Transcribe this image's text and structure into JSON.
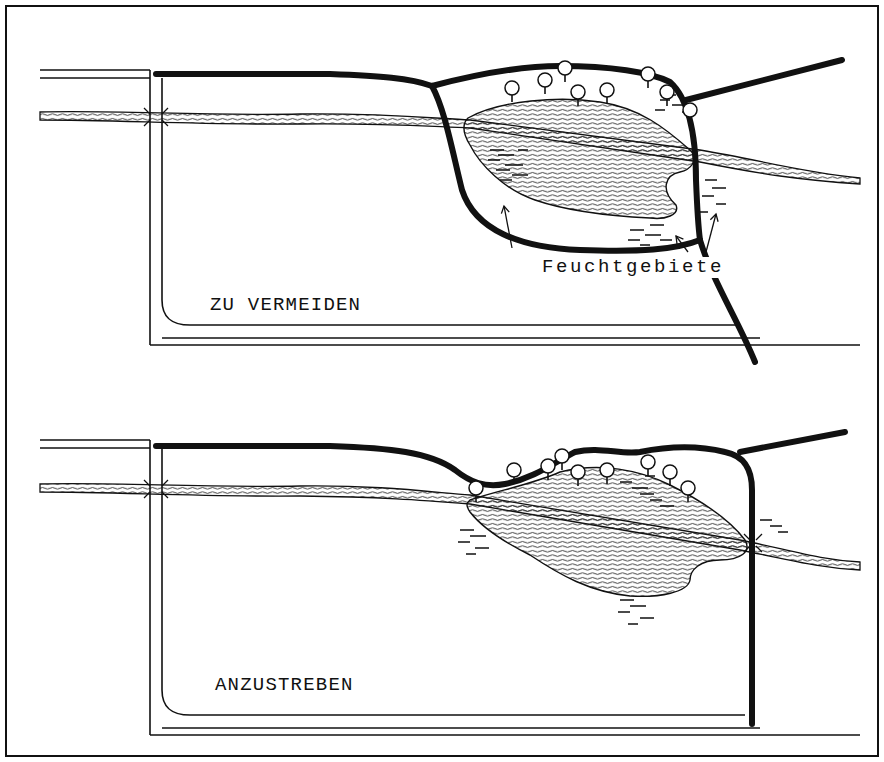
{
  "diagram": {
    "labels": [
      "Feuchtgebiete",
      "ZU VERMEIDEN",
      "ANZUSTREBEN"
    ]
  }
}
